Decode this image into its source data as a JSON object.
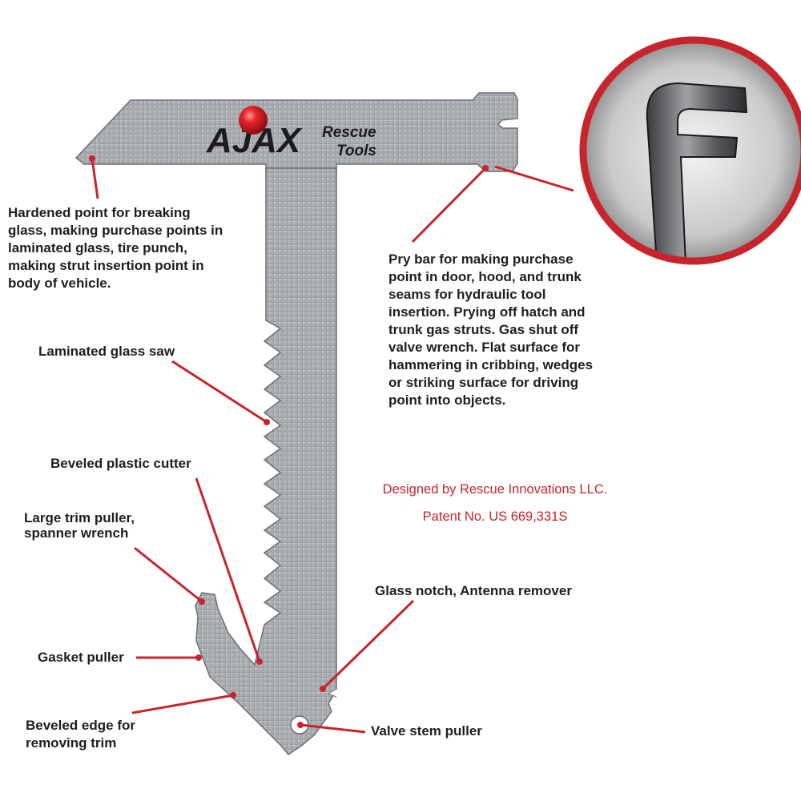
{
  "brand": {
    "logo_text": "AJAX",
    "logo_sub_line1": "Rescue",
    "logo_sub_line2": "Tools"
  },
  "callouts": {
    "hardened_point": "Hardened point for breaking\nglass, making purchase points in\nlaminated glass, tire punch,\nmaking strut insertion point in\nbody of vehicle.",
    "pry_bar": "Pry bar for making purchase\npoint in door, hood, and trunk\nseams for hydraulic tool\ninsertion. Prying off hatch and\ntrunk gas struts. Gas shut off\nvalve wrench. Flat surface for\nhammering in cribbing, wedges\nor striking surface for driving\npoint into objects.",
    "laminated_glass_saw": "Laminated glass saw",
    "beveled_plastic_cutter": "Beveled plastic cutter",
    "large_trim_puller": "Large trim puller,\nspanner wrench",
    "glass_notch": "Glass notch, Antenna remover",
    "gasket_puller": "Gasket puller",
    "beveled_edge": "Beveled edge for\nremoving trim",
    "valve_stem_puller": "Valve stem puller"
  },
  "credit": {
    "designer": "Designed by Rescue Innovations LLC.",
    "patent": "Patent No. US 669,331S"
  },
  "colors": {
    "accent_red": "#c8242b",
    "steel": "#b4b6b9",
    "text_dark": "#1e1e1e"
  }
}
